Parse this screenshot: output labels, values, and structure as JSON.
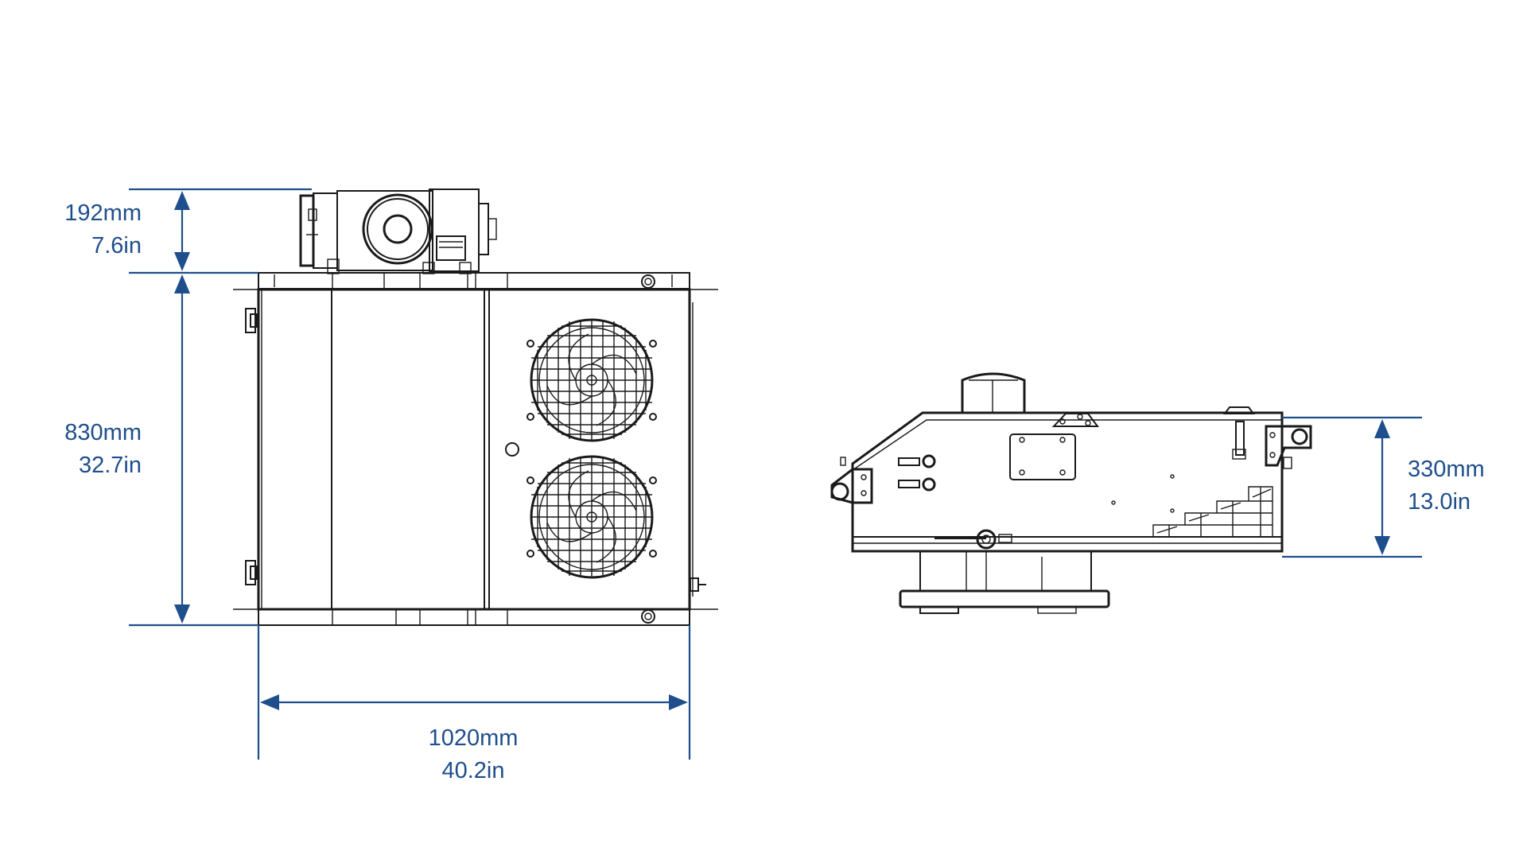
{
  "dimensions": {
    "top_unit_height": {
      "mm": "192mm",
      "in": "7.6in"
    },
    "body_depth": {
      "mm": "830mm",
      "in": "32.7in"
    },
    "body_width": {
      "mm": "1020mm",
      "in": "40.2in"
    },
    "side_height": {
      "mm": "330mm",
      "in": "13.0in"
    }
  },
  "colors": {
    "dimension": "#1f4e8c",
    "linework": "#1a1a1a",
    "background": "#ffffff"
  }
}
